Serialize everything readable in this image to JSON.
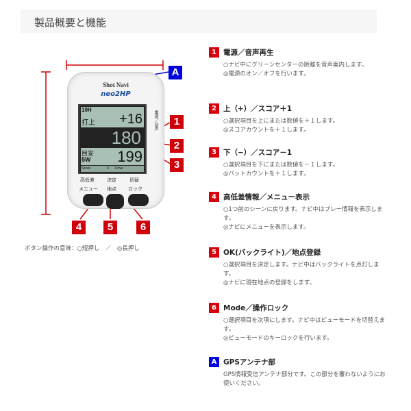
{
  "header": {
    "title": "製品概要と機能"
  },
  "device": {
    "brand": "Shot Navi",
    "model": "neo2HP",
    "screen": {
      "top_left": "10H",
      "row1_label": "打上",
      "row1_value": "+16",
      "row2_value": "180",
      "row3_label1": "目安",
      "row3_label2": "5W",
      "row3_value": "199",
      "score_label": "Score",
      "score_value": "0",
      "drive_label": "Drive"
    },
    "side_label": "電源／音声",
    "button_top_labels": [
      "高低差",
      "決定",
      "切替"
    ],
    "button_bottom_labels": [
      "メニュー",
      "地点",
      "ロック"
    ]
  },
  "callouts": [
    "A",
    "1",
    "2",
    "3",
    "4",
    "5",
    "6"
  ],
  "note": "ボタン操作の意味：○短押し　／　◎長押し",
  "sections": [
    {
      "badge": "1",
      "title": "電源／音声再生",
      "lines": [
        "○ナビ中にグリーンセンターの距離を音声案内します。",
        "◎電源のオン／オフを行います。"
      ]
    },
    {
      "badge": "2",
      "title": "上（+）／スコア＋1",
      "lines": [
        "○選択項目を上にまたは数値を＋１します。",
        "◎スコアカウントを＋１します。"
      ]
    },
    {
      "badge": "3",
      "title": "下（−）／スコア－1",
      "lines": [
        "○選択項目を下にまたは数値を－１します。",
        "◎パットカウントを＋１します。"
      ]
    },
    {
      "badge": "4",
      "title": "高低差情報／メニュー表示",
      "lines": [
        "○1つ前のシーンに戻ります。ナビ中はプレー情報を表示します。",
        "◎ナビにメニューを表示します。"
      ]
    },
    {
      "badge": "5",
      "title": "OK(バックライト)／地点登録",
      "lines": [
        "○選択項目を決定します。ナビ中はバックライトを点灯します。",
        "◎ナビに現在地点の登録をします。"
      ]
    },
    {
      "badge": "6",
      "title": "Mode／操作ロック",
      "lines": [
        "○選択項目を次項にします。ナビ中はビューモードを切替えます。",
        "◎ビューモードのキーロックを行います。"
      ]
    },
    {
      "badge": "A",
      "title": "GPSアンテナ部",
      "lines": [
        "GPS情報受信アンテナ部分です。この部分を覆わないようにお使いください。"
      ]
    }
  ],
  "colors": {
    "badge_red": "#d9000d",
    "badge_blue": "#0000e0"
  }
}
